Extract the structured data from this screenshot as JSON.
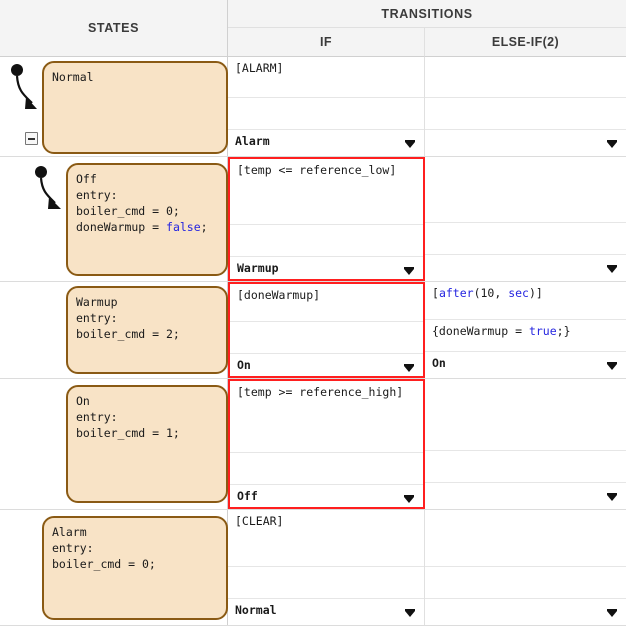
{
  "header": {
    "states_label": "STATES",
    "transitions_label": "TRANSITIONS",
    "if_label": "IF",
    "elseif_label": "ELSE-IF(2)"
  },
  "colors": {
    "state_fill": "#f8e3c6",
    "state_border": "#8a5a14",
    "selection": "#ff1f1f",
    "keyword": "#2525e0",
    "header_bg": "#f4f4f4"
  },
  "icons": {
    "collapse": "minus-square-icon",
    "dropdown": "dropdown-caret-icon",
    "default_transition": "default-transition-arrow-icon"
  },
  "rows": [
    {
      "state": {
        "name": "Normal",
        "text": "Normal",
        "has_default_transition": true,
        "has_collapse": true
      },
      "if": {
        "condition": "[ALARM]",
        "action": "",
        "destination": "Alarm",
        "selected": false
      },
      "elseif": {
        "condition": "",
        "action": "",
        "destination": "",
        "selected": false
      }
    },
    {
      "state": {
        "name": "Off",
        "text": "Off\nentry:\nboiler_cmd = 0;\ndoneWarmup = false;",
        "has_default_transition": true,
        "has_collapse": false
      },
      "if": {
        "condition": "[temp <= reference_low]",
        "action": "",
        "destination": "Warmup",
        "selected": true
      },
      "elseif": {
        "condition": "",
        "action": "",
        "destination": "",
        "selected": false
      }
    },
    {
      "state": {
        "name": "Warmup",
        "text": "Warmup\nentry:\nboiler_cmd = 2;",
        "has_default_transition": false,
        "has_collapse": false
      },
      "if": {
        "condition": "[doneWarmup]",
        "action": "",
        "destination": "On",
        "selected": true
      },
      "elseif": {
        "condition": "[after(10, sec)]",
        "action": "{doneWarmup = true;}",
        "destination": "On",
        "selected": false
      }
    },
    {
      "state": {
        "name": "On",
        "text": "On\nentry:\nboiler_cmd = 1;",
        "has_default_transition": false,
        "has_collapse": false
      },
      "if": {
        "condition": "[temp >= reference_high]",
        "action": "",
        "destination": "Off",
        "selected": true
      },
      "elseif": {
        "condition": "",
        "action": "",
        "destination": "",
        "selected": false
      }
    },
    {
      "state": {
        "name": "Alarm",
        "text": "Alarm\nentry:\nboiler_cmd = 0;",
        "has_default_transition": false,
        "has_collapse": false
      },
      "if": {
        "condition": "[CLEAR]",
        "action": "",
        "destination": "Normal",
        "selected": false
      },
      "elseif": {
        "condition": "",
        "action": "",
        "destination": "",
        "selected": false
      }
    }
  ]
}
